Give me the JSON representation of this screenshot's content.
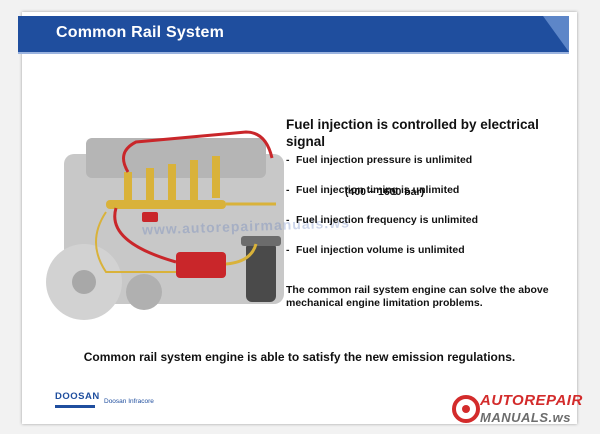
{
  "slide": {
    "title": "Common Rail System",
    "heading": "Fuel injection is controlled by electrical signal",
    "bullets": [
      "Fuel injection pressure is unlimited",
      "Fuel injection timing is unlimited",
      "Fuel injection frequency is unlimited",
      "Fuel injection volume is unlimited"
    ],
    "pressure_range": "(400 ~ 1600 bar)",
    "summary": "The common rail system engine can solve the above mechanical engine limitation problems.",
    "bottom_line": "Common rail system engine is able to satisfy the new emission regulations.",
    "watermark": "www.autorepairmanuals.ws",
    "bullet_dash": "-"
  },
  "branding": {
    "doosan": "DOOSAN",
    "infracore": "Doosan Infracore",
    "corner_top": "AUTOREPAIR",
    "corner_bottom": "MANUALS.ws"
  },
  "colors": {
    "title_bar": "#1f4e9e",
    "accent": "#5d86c8",
    "rail_red": "#c9262a",
    "rail_yellow": "#d9b23a",
    "corner_red": "#d32b2b"
  }
}
